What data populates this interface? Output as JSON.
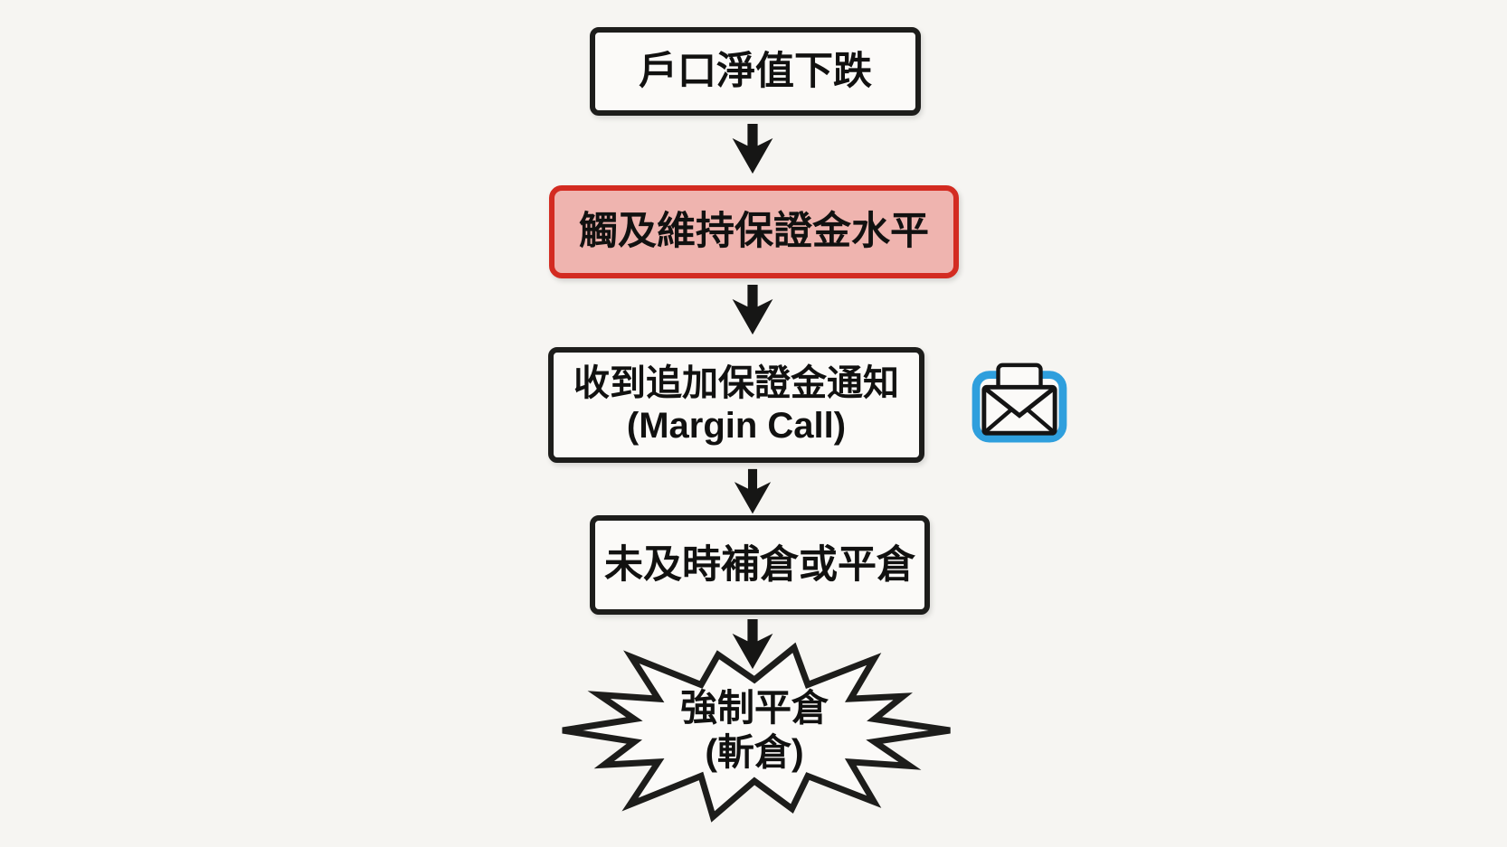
{
  "flowchart": {
    "title_hint": "margin-call-process-flow",
    "canvas_background": "#f6f5f2",
    "nodes": [
      {
        "id": "step-1",
        "type": "box",
        "label": "戶口淨值下跌"
      },
      {
        "id": "step-2",
        "type": "box-highlight",
        "label": "觸及維持保證金水平",
        "border_color": "#d32b21",
        "fill_color": "#efb4af"
      },
      {
        "id": "step-3",
        "type": "box",
        "label_line1": "收到追加保證金通知",
        "label_line2": "(Margin Call)",
        "icon": "envelope-icon",
        "icon_accent_color": "#2f9fdd"
      },
      {
        "id": "step-4",
        "type": "box",
        "label": "未及時補倉或平倉"
      },
      {
        "id": "step-5",
        "type": "starburst",
        "label_line1": "強制平倉",
        "label_line2": "(斬倉)"
      }
    ],
    "connector_icon": "down-arrow-icon",
    "connector_color": "#161615",
    "box_border_color": "#1d1d1b"
  }
}
